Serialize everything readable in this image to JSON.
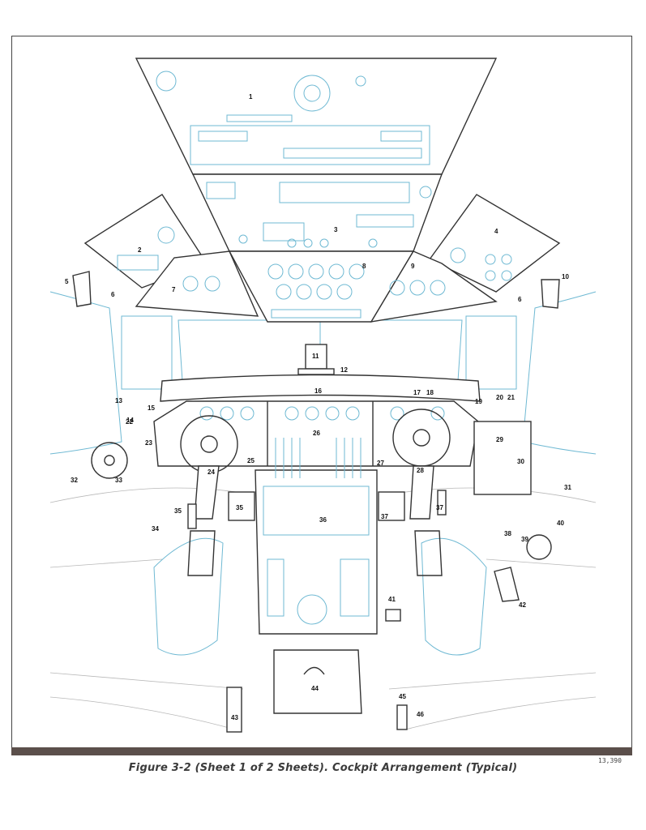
{
  "figure": {
    "caption": "Figure 3-2 (Sheet 1 of 2 Sheets). Cockpit Arrangement (Typical)",
    "code": "13,390"
  },
  "callouts": [
    {
      "id": "c1",
      "text": "1"
    },
    {
      "id": "c2",
      "text": "2"
    },
    {
      "id": "c3",
      "text": "3"
    },
    {
      "id": "c4",
      "text": "4"
    },
    {
      "id": "c5",
      "text": "5"
    },
    {
      "id": "c6a",
      "text": "6"
    },
    {
      "id": "c6b",
      "text": "6"
    },
    {
      "id": "c7",
      "text": "7"
    },
    {
      "id": "c8",
      "text": "8"
    },
    {
      "id": "c9",
      "text": "9"
    },
    {
      "id": "c10",
      "text": "10"
    },
    {
      "id": "c11",
      "text": "11"
    },
    {
      "id": "c12",
      "text": "12"
    },
    {
      "id": "c13",
      "text": "13"
    },
    {
      "id": "c14",
      "text": "14"
    },
    {
      "id": "c15",
      "text": "15"
    },
    {
      "id": "c16",
      "text": "16"
    },
    {
      "id": "c17",
      "text": "17"
    },
    {
      "id": "c18",
      "text": "18"
    },
    {
      "id": "c19",
      "text": "19"
    },
    {
      "id": "c20",
      "text": "20"
    },
    {
      "id": "c21",
      "text": "21"
    },
    {
      "id": "c22",
      "text": "22"
    },
    {
      "id": "c23",
      "text": "23"
    },
    {
      "id": "c24",
      "text": "24"
    },
    {
      "id": "c25",
      "text": "25"
    },
    {
      "id": "c26",
      "text": "26"
    },
    {
      "id": "c27",
      "text": "27"
    },
    {
      "id": "c28",
      "text": "28"
    },
    {
      "id": "c29",
      "text": "29"
    },
    {
      "id": "c30",
      "text": "30"
    },
    {
      "id": "c31",
      "text": "31"
    },
    {
      "id": "c32",
      "text": "32"
    },
    {
      "id": "c33",
      "text": "33"
    },
    {
      "id": "c34",
      "text": "34"
    },
    {
      "id": "c35a",
      "text": "35"
    },
    {
      "id": "c35b",
      "text": "35"
    },
    {
      "id": "c36",
      "text": "36"
    },
    {
      "id": "c37a",
      "text": "37"
    },
    {
      "id": "c37b",
      "text": "37"
    },
    {
      "id": "c38",
      "text": "38"
    },
    {
      "id": "c39",
      "text": "39"
    },
    {
      "id": "c40",
      "text": "40"
    },
    {
      "id": "c41",
      "text": "41"
    },
    {
      "id": "c42",
      "text": "42"
    },
    {
      "id": "c43",
      "text": "43"
    },
    {
      "id": "c44",
      "text": "44"
    },
    {
      "id": "c45",
      "text": "45"
    },
    {
      "id": "c46",
      "text": "46"
    }
  ],
  "colors": {
    "outline": "#333333",
    "detail": "#6fb9d3",
    "rule": "#5b4f4b"
  }
}
